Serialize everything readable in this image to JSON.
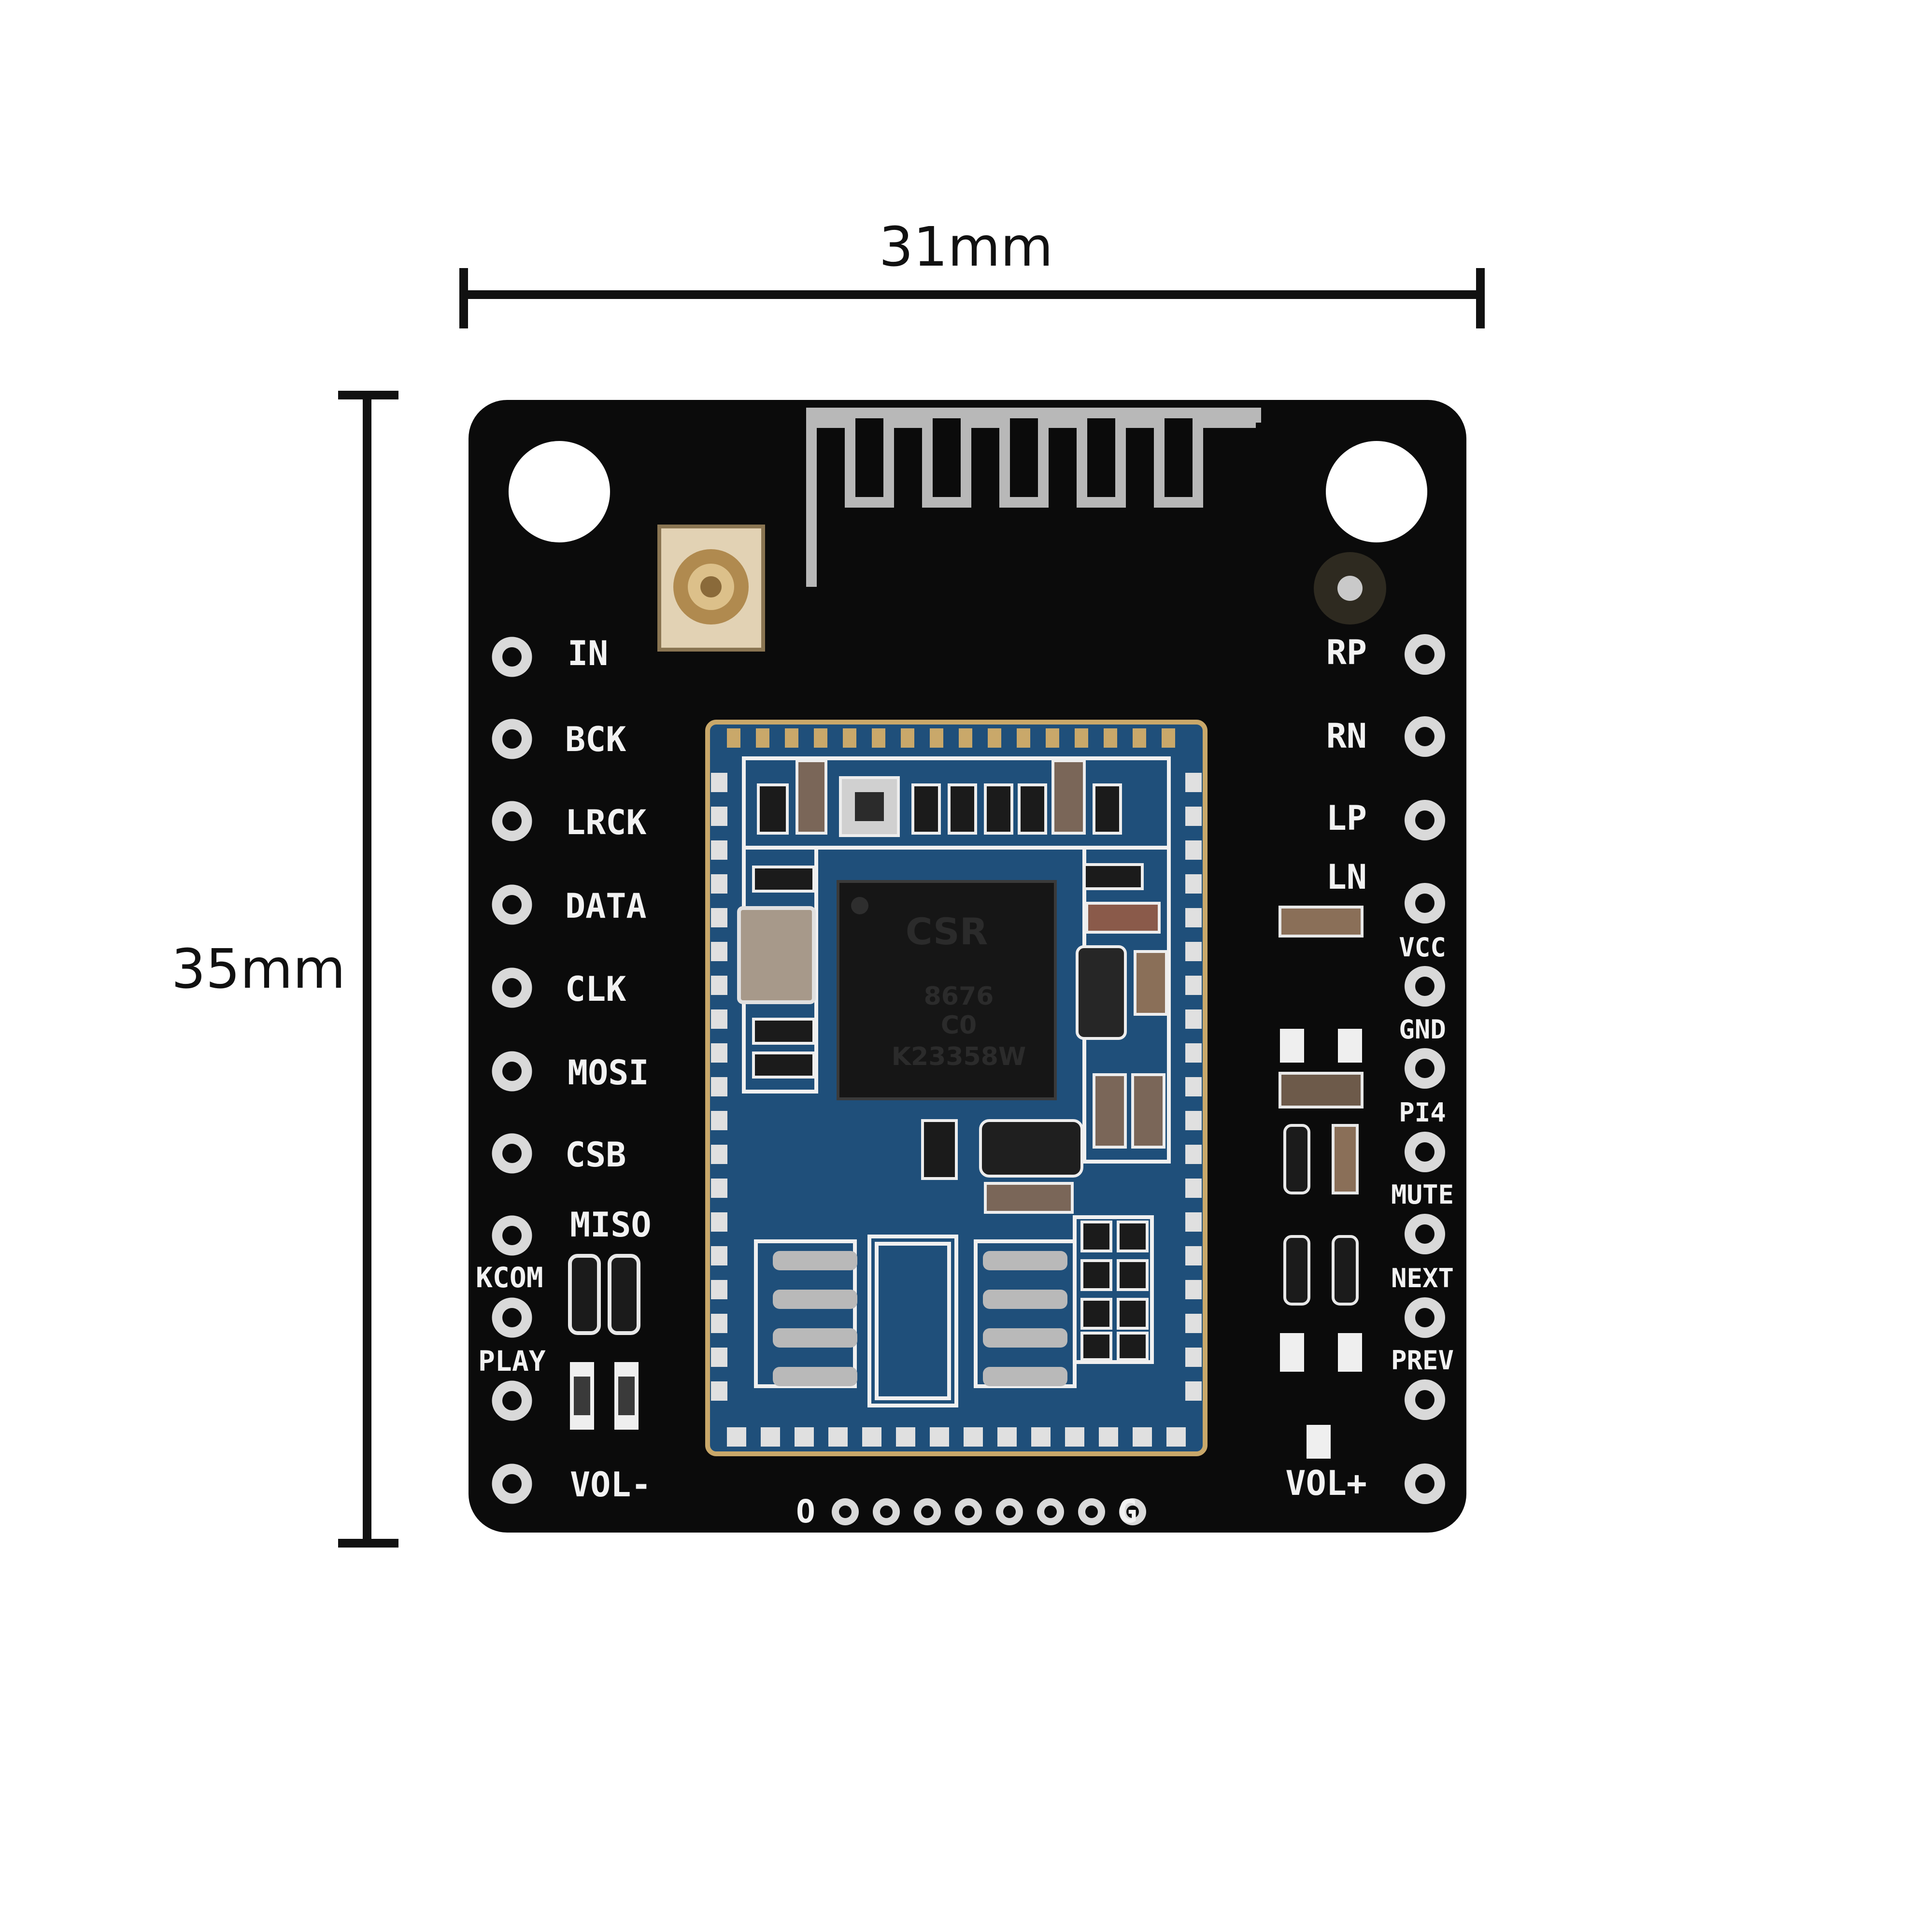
{
  "dimensions": {
    "width_label": "31mm",
    "height_label": "35mm"
  },
  "board": {
    "left_pins": [
      "IN",
      "BCK",
      "LRCK",
      "DATA",
      "CLK",
      "MOSI",
      "CSB",
      "MISO",
      "KCOM",
      "PLAY",
      "VOL-"
    ],
    "right_pins": [
      "RP",
      "RN",
      "LP",
      "LN",
      "VCC",
      "GND",
      "PI4",
      "MUTE",
      "NEXT",
      "PREV",
      "VOL+"
    ],
    "bottom_left_label": "O",
    "bottom_right_label": "G",
    "bottom_hole_count": 8
  },
  "module": {
    "chip_brand": "CSR",
    "chip_line1": "8676",
    "chip_line2": "C0",
    "chip_line3": "K23358W"
  },
  "colors": {
    "pcb": "#0b0b0b",
    "module": "#1f4f7a",
    "silkscreen": "#f2f2f2",
    "pads": "#c9a86a"
  }
}
